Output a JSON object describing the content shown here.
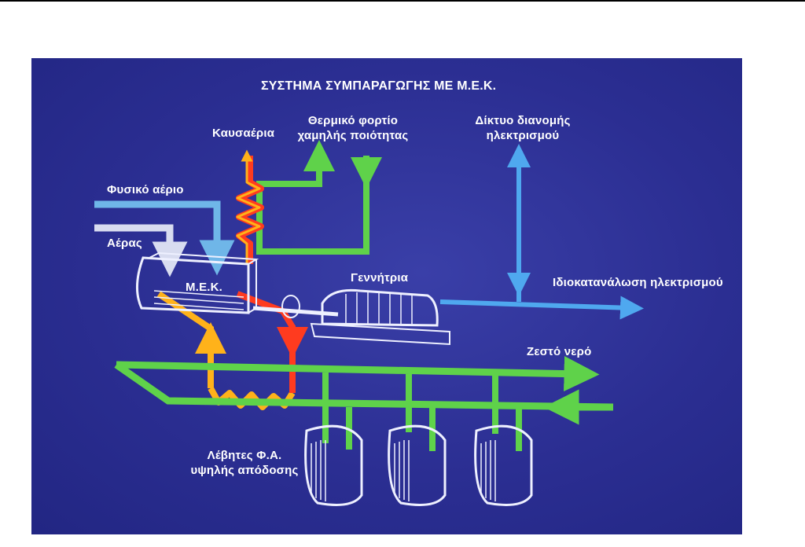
{
  "diagram": {
    "title": "ΣΥΣΤΗΜΑ ΣΥΜΠΑΡΑΓΩΓΗΣ ΜΕ Μ.Ε.Κ.",
    "labels": {
      "flue_gas": "Καυσαέρια",
      "thermal_load_line1": "Θερμικό φορτίο",
      "thermal_load_line2": "χαμηλής ποιότητας",
      "grid_line1": "Δίκτυο διανομής",
      "grid_line2": "ηλεκτρισμού",
      "natural_gas": "Φυσικό αέριο",
      "air": "Αέρας",
      "engine": "Μ.Ε.Κ.",
      "generator": "Γεννήτρια",
      "self_consumption": "Ιδιοκατανάλωση ηλεκτρισμού",
      "hot_water": "Ζεστό νερό",
      "boilers_line1": "Λέβητες Φ.Α.",
      "boilers_line2": "υψηλής απόδοσης"
    },
    "colors": {
      "background": "#2b2e92",
      "gas_blue": "#6fb6e8",
      "air_white": "#d8dcf0",
      "hot_red": "#ff3b1f",
      "hot_orange": "#ffb21a",
      "water_green": "#5fd24a",
      "elec_blue": "#4fa8ef",
      "equipment_white": "#eef0ff"
    }
  }
}
